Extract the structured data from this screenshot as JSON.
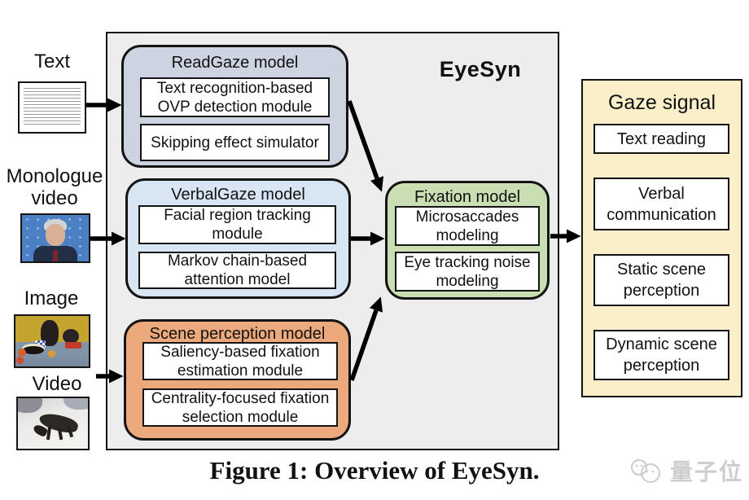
{
  "diagram": {
    "system_title": "EyeSyn",
    "caption": "Figure 1: Overview of EyeSyn.",
    "inputs": [
      {
        "label": "Text",
        "thumbnail": "text-document-thumbnail"
      },
      {
        "label": "Monologue video",
        "thumbnail": "speaker-video-thumbnail"
      },
      {
        "label": "Image",
        "thumbnail": "still-life-painting-thumbnail"
      },
      {
        "label": "Video",
        "thumbnail": "wolf-video-thumbnail"
      }
    ],
    "models": [
      {
        "name": "ReadGaze model",
        "modules": [
          "Text recognition-based OVP detection module",
          "Skipping effect simulator"
        ],
        "color": "#cdd3e0"
      },
      {
        "name": "VerbalGaze model",
        "modules": [
          "Facial region tracking module",
          "Markov chain-based attention model"
        ],
        "color": "#d8e6f3"
      },
      {
        "name": "Scene perception model",
        "modules": [
          "Saliency-based fixation estimation module",
          "Centrality-focused fixation selection module"
        ],
        "color": "#eba97c"
      },
      {
        "name": "Fixation model",
        "modules": [
          "Microsaccades modeling",
          "Eye tracking noise modeling"
        ],
        "color": "#c9deb2"
      }
    ],
    "output": {
      "title": "Gaze signal",
      "items": [
        "Text reading",
        "Verbal communication",
        "Static scene perception",
        "Dynamic scene perception"
      ],
      "color": "#fbefca"
    },
    "colors": {
      "canvas": "#ededed",
      "border": "#141414",
      "module_fill": "#ffffff"
    },
    "watermark": "量子位"
  }
}
